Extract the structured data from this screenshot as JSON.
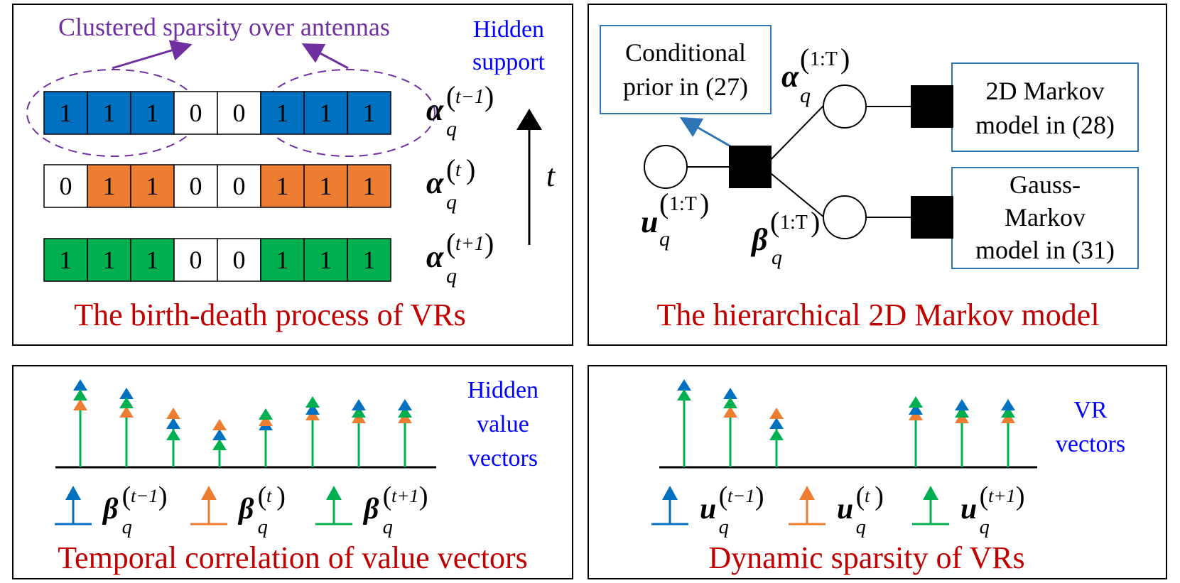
{
  "panel_tl": {
    "title": "The birth-death process of VRs",
    "cluster_label": "Clustered sparsity over antennas",
    "hidden_support": [
      "Hidden",
      "support"
    ],
    "time_axis_label": "t",
    "rows": [
      {
        "symbol": "α",
        "sub": "q",
        "sup": "t−1",
        "color": "#0070c0",
        "values": [
          1,
          1,
          1,
          0,
          0,
          1,
          1,
          1
        ]
      },
      {
        "symbol": "α",
        "sub": "q",
        "sup": "t",
        "color": "#ed7d31",
        "values": [
          0,
          1,
          1,
          0,
          0,
          1,
          1,
          1
        ]
      },
      {
        "symbol": "α",
        "sub": "q",
        "sup": "t+1",
        "color": "#00b050",
        "values": [
          1,
          1,
          1,
          0,
          0,
          1,
          1,
          1
        ]
      }
    ]
  },
  "panel_tr": {
    "title": "The hierarchical 2D Markov model",
    "conditional_prior": [
      "Conditional",
      "prior in (27)"
    ],
    "markov_2d": [
      "2D Markov",
      "model in (28)"
    ],
    "gauss_markov": [
      "Gauss-",
      "Markov",
      "model in (31)"
    ],
    "alpha_label": {
      "symbol": "α",
      "sub": "q",
      "sup": "1:T"
    },
    "beta_label": {
      "symbol": "β",
      "sub": "q",
      "sup": "1:T"
    },
    "u_label": {
      "symbol": "u",
      "sub": "q",
      "sup": "1:T"
    }
  },
  "panel_bl": {
    "title": "Temporal correlation of value vectors",
    "hidden_value": [
      "Hidden",
      "value",
      "vectors"
    ],
    "legend": [
      {
        "symbol": "β",
        "sub": "q",
        "sup": "t−1",
        "color": "#0070c0"
      },
      {
        "symbol": "β",
        "sub": "q",
        "sup": "t",
        "color": "#ed7d31"
      },
      {
        "symbol": "β",
        "sub": "q",
        "sup": "t+1",
        "color": "#00b050"
      }
    ]
  },
  "panel_br": {
    "title": "Dynamic sparsity of VRs",
    "vr_vectors": [
      "VR",
      "vectors"
    ],
    "legend": [
      {
        "symbol": "u",
        "sub": "q",
        "sup": "t−1",
        "color": "#0070c0"
      },
      {
        "symbol": "u",
        "sub": "q",
        "sup": "t",
        "color": "#ed7d31"
      },
      {
        "symbol": "u",
        "sub": "q",
        "sup": "t+1",
        "color": "#00b050"
      }
    ]
  },
  "colors": {
    "blue": "#0070c0",
    "orange": "#ed7d31",
    "green": "#00b050",
    "title_red": "#c00000",
    "purple": "#7030a0",
    "box_border": "#2e75b6"
  }
}
